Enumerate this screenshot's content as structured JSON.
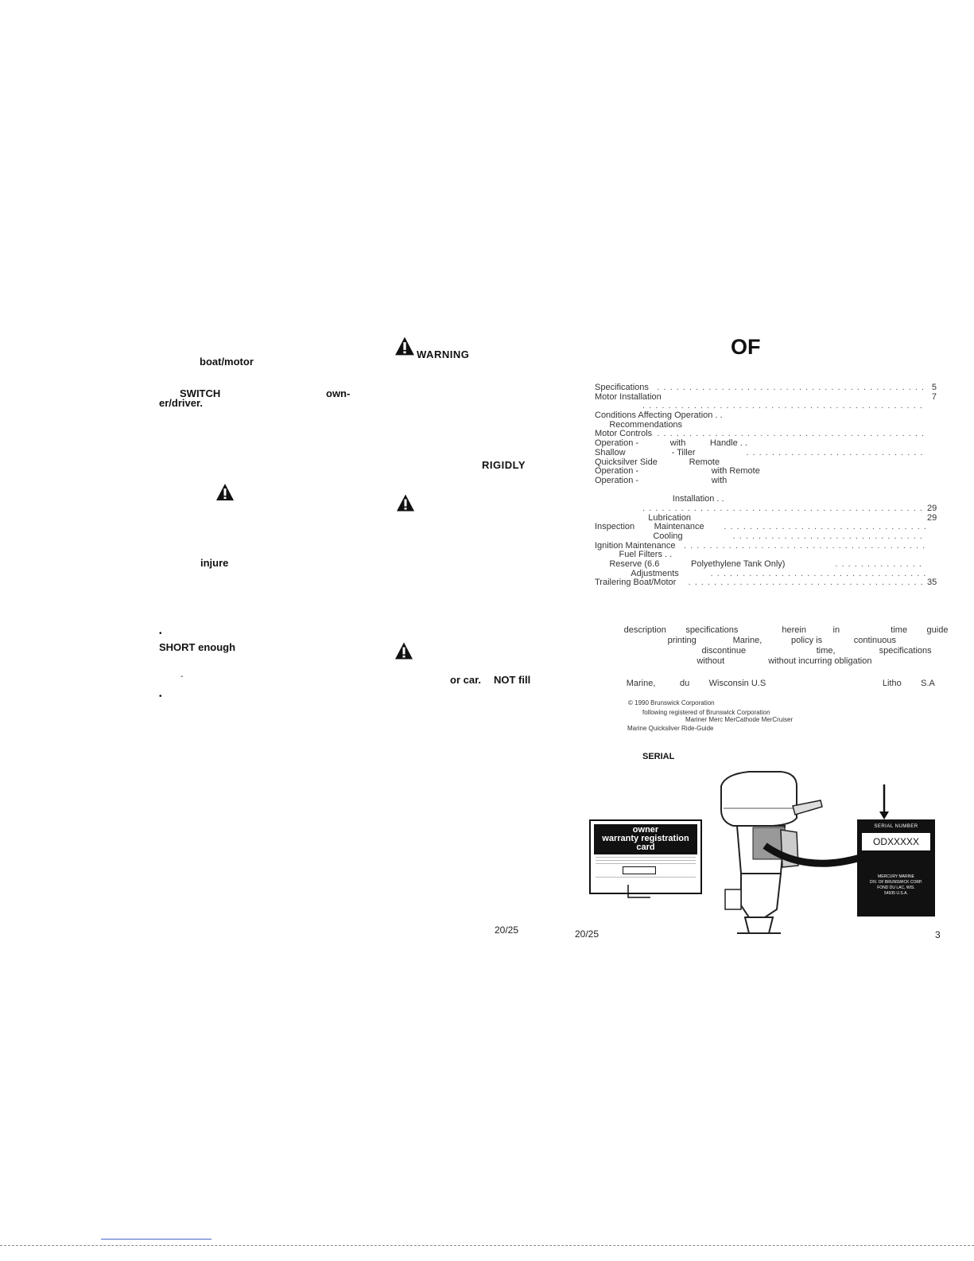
{
  "left_page": {
    "fragments": {
      "boat_motor": "boat/motor",
      "switch": "SWITCH",
      "own": "own-",
      "er_driver": "er/driver.",
      "injure": "injure",
      "bullet1": "•",
      "short_enough": "SHORT enough",
      "dash": "-",
      "bullet2": "•"
    },
    "page_number": "20/25"
  },
  "middle_page": {
    "warning_label": "WARNING",
    "fragments": {
      "rigidly": "RIGIDLY",
      "or_car": "or car.",
      "not_fill": "NOT fill"
    }
  },
  "right_page": {
    "heading": "OF",
    "toc": [
      {
        "label": "Specifications",
        "dots": true,
        "page": "5"
      },
      {
        "label": "Motor Installation",
        "dots": false,
        "page": "7"
      },
      {
        "label": "",
        "dots": true,
        "page": ""
      },
      {
        "label": "Conditions Affecting Operation . .",
        "dots": false,
        "page": ""
      },
      {
        "label": "      Recommendations",
        "dots": false,
        "page": ""
      },
      {
        "label": "Motor Controls",
        "dots": true,
        "page": ""
      },
      {
        "label": "Operation -             with          Handle . .",
        "dots": false,
        "page": ""
      },
      {
        "label": "Shallow                   - Tiller",
        "dots": true,
        "page": ""
      },
      {
        "label": "Quicksilver Side             Remote",
        "dots": false,
        "page": ""
      },
      {
        "label": "Operation -                              with Remote",
        "dots": false,
        "page": ""
      },
      {
        "label": "Operation -                              with",
        "dots": false,
        "page": ""
      },
      {
        "label": "",
        "dots": false,
        "page": ""
      },
      {
        "label": "                                Installation . .",
        "dots": false,
        "page": ""
      },
      {
        "label": "",
        "dots": true,
        "page": "29"
      },
      {
        "label": "                      Lubrication",
        "dots": false,
        "page": "29"
      },
      {
        "label": "Inspection        Maintenance",
        "dots": true,
        "page": ""
      },
      {
        "label": "                        Cooling",
        "dots": true,
        "page": ""
      },
      {
        "label": "Ignition Maintenance",
        "dots": true,
        "page": ""
      },
      {
        "label": "          Fuel Filters . .",
        "dots": false,
        "page": ""
      },
      {
        "label": "      Reserve (6.6             Polyethylene Tank Only)",
        "dots": true,
        "page": ""
      },
      {
        "label": "               Adjustments",
        "dots": true,
        "page": ""
      },
      {
        "label": "Trailering Boat/Motor",
        "dots": true,
        "page": "35"
      }
    ],
    "disclaimer": [
      "            description        specifications                  herein           in                     time        guide",
      "                              printing               Marine,            policy is             continuous",
      "                                            discontinue                             time,                  specifications",
      "                                          without                  without incurring obligation"
    ],
    "address_line": "             Marine,          du        Wisconsin U.S                                                Litho        S.A",
    "copyright_lines": [
      "© 1990  Brunswick  Corporation",
      "following      registered                     of Brunswick Corporation",
      "Mariner  Merc  MerCathode  MerCruiser",
      "Marine  Quicksilver  Ride-Guide"
    ],
    "serial_heading": "SERIAL",
    "card": {
      "title_line1": "owner",
      "title_line2": "warranty registration",
      "title_line3": "card"
    },
    "serial_plate": {
      "header": "SERIAL NUMBER",
      "number": "ODXXXXX",
      "footer1": "MERCURY MARINE",
      "footer2": "DIV. OF BRUNSWICK CORP.",
      "footer3": "FOND DU LAC, WIS.",
      "footer4": "54935 U.S.A."
    },
    "page_number_left": "20/25",
    "page_number_right": "3"
  }
}
